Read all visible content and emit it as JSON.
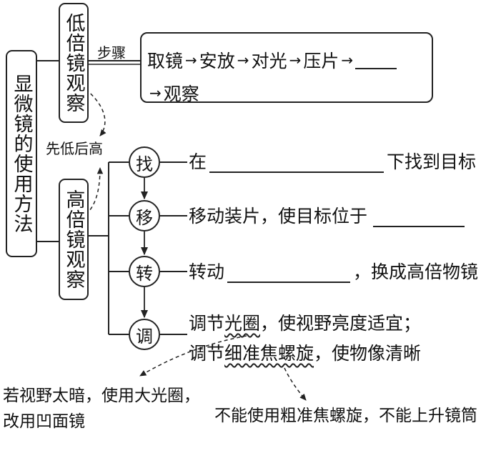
{
  "main_title": "显微镜的使用方法",
  "low_power": {
    "title": "低倍镜观察",
    "step_label": "步骤",
    "steps_line1": [
      "取镜",
      "安放",
      "对光",
      "压片"
    ],
    "steps_line2": [
      "观察"
    ],
    "arrow_glyph": "→"
  },
  "order_label": "先低后高",
  "high_power": {
    "title": "高倍镜观察",
    "steps": [
      {
        "key": "找",
        "pre": "在",
        "post": "下找到目标"
      },
      {
        "key": "移",
        "pre": "移动装片，使目标位于",
        "post": ""
      },
      {
        "key": "转",
        "pre": "转动",
        "post": "，换成高倍物镜"
      },
      {
        "key": "调",
        "line1_pre": "调节",
        "line1_em": "光圈",
        "line1_post": "，使视野亮度适宜；",
        "line2_pre": "调节",
        "line2_em": "细准焦螺旋",
        "line2_post": "，使物像清晰"
      }
    ]
  },
  "notes": {
    "dark_field": "若视野太暗，使用大光圈，改用凹面镜",
    "fine_focus": "不能使用粗准焦螺旋，不能上升镜筒"
  }
}
